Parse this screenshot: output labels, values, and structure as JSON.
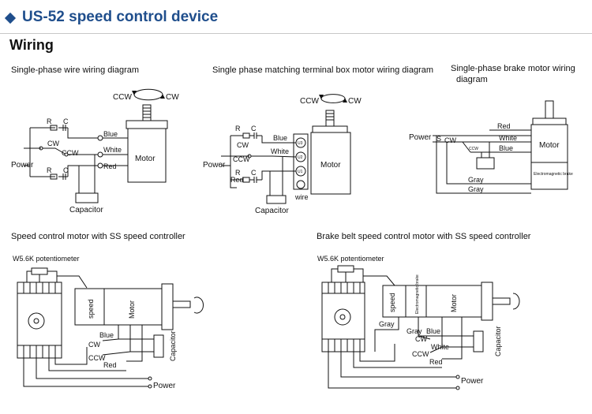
{
  "header": {
    "title": "US-52 speed control device"
  },
  "section": {
    "title": "Wiring"
  },
  "diagrams": {
    "d1": {
      "caption": "Single-phase wire wiring diagram",
      "ccw": "CCW",
      "cw": "CW",
      "r": "R",
      "c": "C",
      "cw_sw": "CW",
      "ccw_sw": "CCW",
      "power": "Power",
      "blue": "Blue",
      "white": "White",
      "red": "Red",
      "motor": "Motor",
      "capacitor": "Capacitor"
    },
    "d2": {
      "caption": "Single phase matching terminal box motor wiring diagram",
      "ccw": "CCW",
      "cw": "CW",
      "r": "R",
      "c": "C",
      "cw_sw": "CW",
      "ccw_sw": "CCW",
      "power": "Power",
      "blue": "Blue",
      "white": "White",
      "red": "Red",
      "motor": "Motor",
      "capacitor": "Capacitor",
      "wire": "wire",
      "u1": "U1",
      "u2": "U2",
      "u3": "U3"
    },
    "d3": {
      "caption_line1": "Single-phase brake motor wiring",
      "caption_line2": "diagram",
      "power": "Power",
      "s": "S",
      "cw": "CW",
      "ccw": "CCW",
      "red": "Red",
      "white": "White",
      "blue": "Blue",
      "gray1": "Gray",
      "gray2": "Gray",
      "motor": "Motor",
      "brake": "Electromagnetic brake"
    },
    "d4": {
      "caption": "Speed control motor with SS speed controller",
      "pot": "W5.6K potentiometer",
      "speed": "speed",
      "motor": "Motor",
      "blue": "Blue",
      "cw": "CW",
      "ccw": "CCW",
      "red": "Red",
      "capacitor": "Capacitor",
      "power": "Power"
    },
    "d5": {
      "caption": "Brake belt speed control motor with SS speed controller",
      "pot": "W5.6K potentiometer",
      "speed": "speed",
      "brake": "Electromagnetic brake",
      "motor": "Motor",
      "gray1": "Gray",
      "gray2": "Gray",
      "blue": "Blue",
      "cw": "CW",
      "white": "White",
      "ccw": "CCW",
      "red": "Red",
      "capacitor": "Capacitor",
      "power": "Power"
    }
  }
}
